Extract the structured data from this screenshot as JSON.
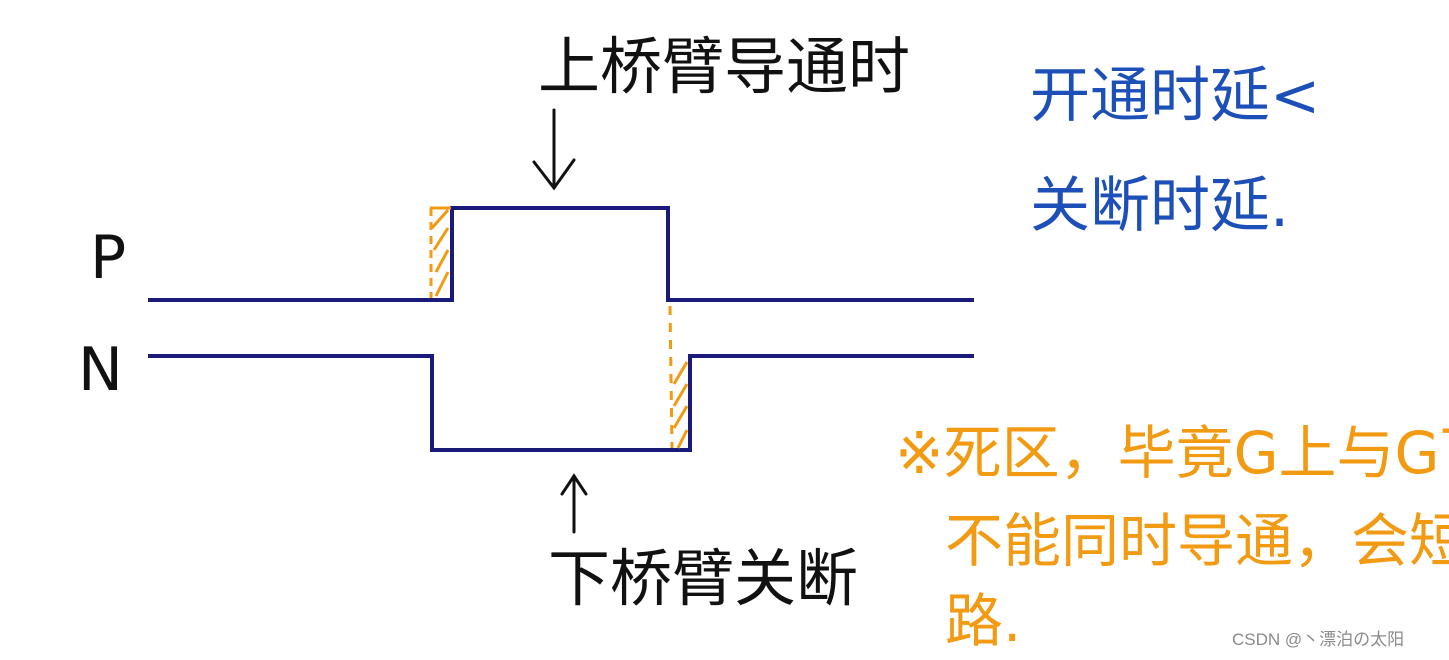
{
  "labels": {
    "p": "P",
    "n": "N",
    "upper_on": "上桥臂导通时",
    "lower_off": "下桥臂关断",
    "note_blue_line1": "开通时延<",
    "note_blue_line2": "关断时延.",
    "note_orange_line1": "※死区，毕竟G上与G下",
    "note_orange_line2": "不能同时导通，会短",
    "note_orange_line3": "路."
  },
  "watermark": "CSDN @丶漂泊の太阳",
  "colors": {
    "waveform": "#1a1a7a",
    "dead_time_hatch": "#f29a12",
    "blue_note": "#1d4fb8",
    "orange_note": "#f29a12"
  },
  "icons": [
    "arrow-down-icon",
    "arrow-up-icon"
  ]
}
